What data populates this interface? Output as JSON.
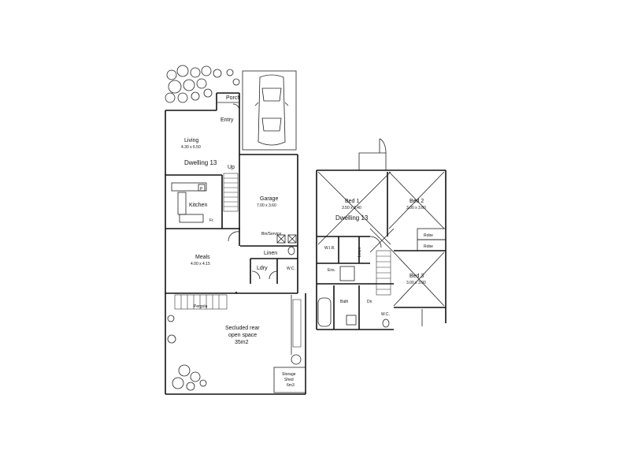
{
  "ground": {
    "title": "Dwelling 13",
    "rooms": {
      "porch": "Porch",
      "entry": "Entry",
      "living": "Living",
      "living_dim": "4.30 x 6.50",
      "up": "Up",
      "kitchen": "Kitchen",
      "p": "P",
      "fr": "Fr.",
      "garage": "Garage",
      "garage_dim": "7.00 x 3.60",
      "garage_note": "Bin/Service",
      "meals": "Meals",
      "meals_dim": "4.00 x 4.15",
      "linen": "Linen",
      "ldry": "Ldry",
      "wc": "W.C.",
      "pergola": "Pergola",
      "secluded_1": "Secluded rear",
      "secluded_2": "open space",
      "secluded_3": "35m2",
      "storage_1": "Storage",
      "storage_2": "Shed",
      "storage_3": "6m3"
    }
  },
  "upper": {
    "title": "Dwelling 13",
    "rooms": {
      "bed1": "Bed 1",
      "bed1_dim": "3.50 x 3.40",
      "bed2": "Bed 2",
      "bed2_dim": "3.00 x 3.60",
      "robe1": "Robe",
      "robe2": "Robe",
      "wir": "W.I.R.",
      "linen": "Linen",
      "ens": "Ens.",
      "bath": "Bath",
      "dn": "Dn",
      "wc": "W.C.",
      "bed3": "Bed 3",
      "bed3_dim": "3.00 x 3.00"
    }
  },
  "icons": [
    "car-icon",
    "tree-icon",
    "stair-icon",
    "bath-icon",
    "toilet-icon"
  ]
}
